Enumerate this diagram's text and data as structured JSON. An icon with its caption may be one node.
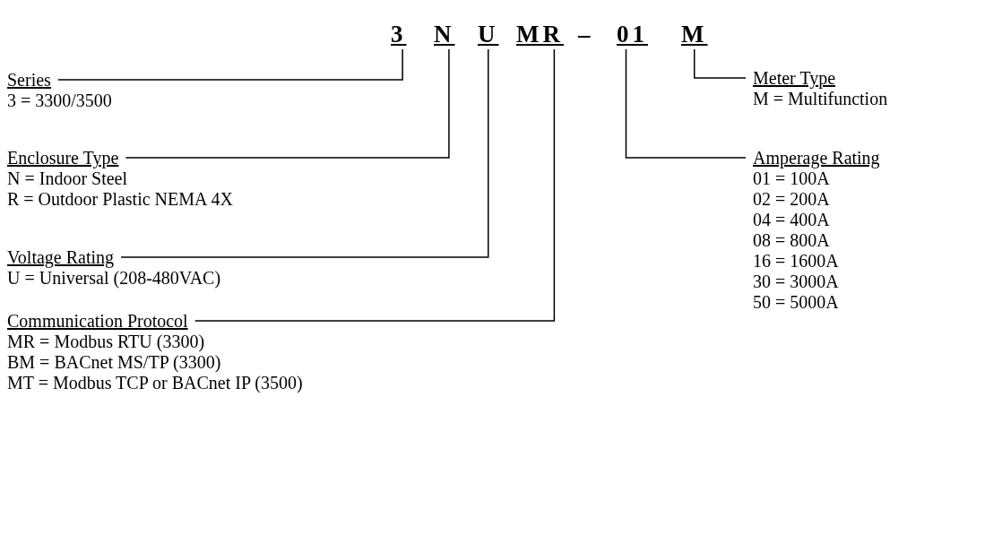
{
  "diagram": {
    "nodes": [
      {
        "text": [
          "3"
        ]
      },
      {
        "text": [
          "N"
        ]
      },
      {
        "text": [
          "U"
        ]
      },
      {
        "text": [
          "MR"
        ]
      },
      {
        "text": [
          "01"
        ]
      },
      {
        "text": [
          "M"
        ]
      },
      {
        "text": [
          "Series",
          "3 = 3300/3500"
        ]
      },
      {
        "text": [
          "Enclosure Type",
          "N = Indoor Steel",
          "R = Outdoor Plastic NEMA 4X"
        ]
      },
      {
        "text": [
          "Voltage Rating",
          "U = Universal (208-480VAC)"
        ]
      },
      {
        "text": [
          "Communication Protocol",
          "MR = Modbus RTU (3300)",
          "BM = BACnet MS/TP (3300)",
          "MT = Modbus TCP or BACnet IP (3500)"
        ]
      },
      {
        "text": [
          "Meter Type",
          "M = Multifunction"
        ]
      },
      {
        "text": [
          "Amperage Rating",
          "01 = 100A",
          "02 = 200A",
          "04 = 400A",
          "08 = 800A",
          "16 = 1600A",
          "30 = 3000A",
          "50 = 5000A"
        ]
      }
    ],
    "edges": [
      {
        "from": 6,
        "to": 0,
        "arrow": "none"
      },
      {
        "from": 7,
        "to": 1,
        "arrow": "none"
      },
      {
        "from": 8,
        "to": 2,
        "arrow": "none"
      },
      {
        "from": 9,
        "to": 3,
        "arrow": "none"
      },
      {
        "from": 10,
        "to": 5,
        "arrow": "none"
      },
      {
        "from": 11,
        "to": 4,
        "arrow": "none"
      }
    ],
    "labels": [
      "–"
    ]
  }
}
